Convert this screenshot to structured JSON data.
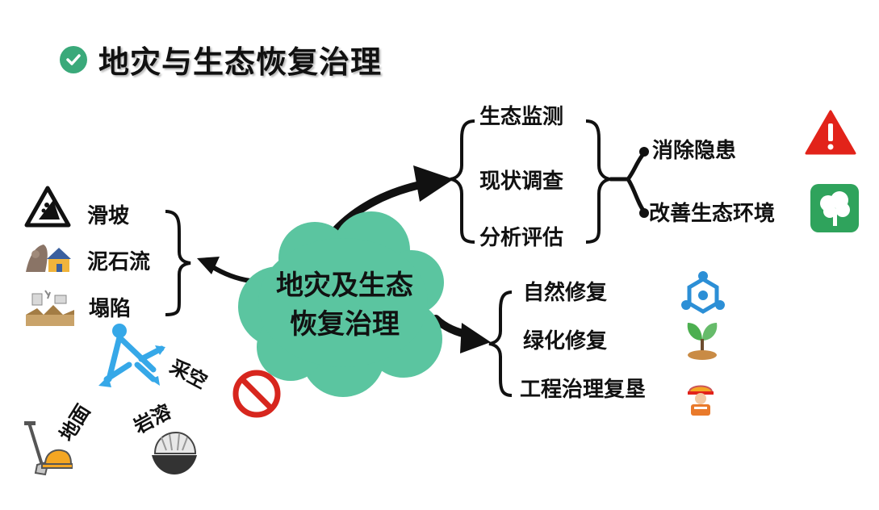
{
  "header": {
    "title": "地灾与生态恢复治理"
  },
  "center": {
    "line1": "地灾及生态",
    "line2": "恢复治理"
  },
  "left_branch": {
    "items": [
      "滑坡",
      "泥石流",
      "塌陷"
    ]
  },
  "causes": {
    "mining": "采空",
    "surface": "地面",
    "karst": "岩溶"
  },
  "upper_branch": {
    "items": [
      "生态监测",
      "现状调查",
      "分析评估"
    ],
    "outcomes": [
      "消除隐患",
      "改善生态环境"
    ]
  },
  "lower_branch": {
    "items": [
      "自然修复",
      "绿化修复",
      "工程治理复垦"
    ]
  },
  "colors": {
    "cloud": "#5bc5a0",
    "check": "#3aa97a",
    "warning_red": "#e2231a",
    "tree_green": "#2fa35c",
    "network_blue": "#2c8fd6",
    "causes_blue": "#36a8e8",
    "no_sign_red": "#d7261e",
    "helmet_orange": "#f4a623"
  },
  "icons": [
    "check-icon",
    "landslide-sign-icon",
    "debris-flow-icon",
    "collapse-icon",
    "warning-icon",
    "tree-icon",
    "network-icon",
    "sprout-icon",
    "worker-icon",
    "no-sign-icon",
    "shovel-helmet-icon",
    "hardhat-icon",
    "tripod-icon"
  ]
}
